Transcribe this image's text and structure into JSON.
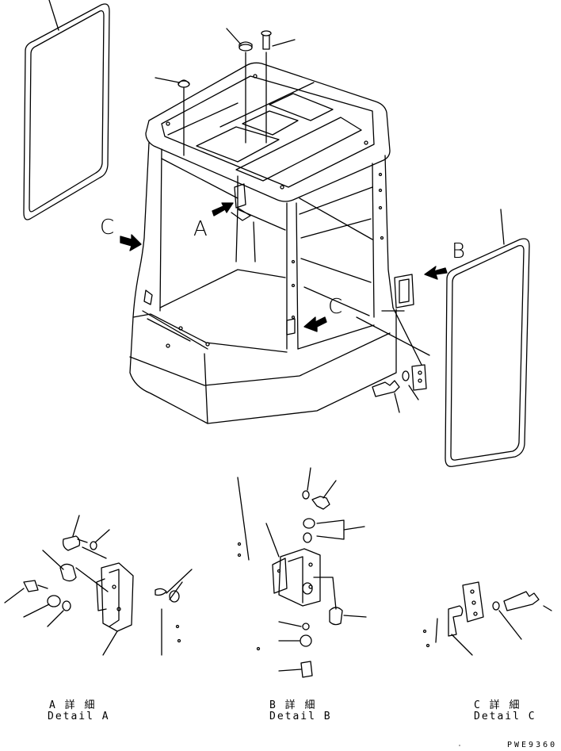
{
  "view_labels": {
    "a": "A",
    "b": "B",
    "c_left": "C",
    "c_right": "C"
  },
  "details": {
    "a": {
      "jp": "A 詳 細",
      "en": "Detail A"
    },
    "b": {
      "jp": "B 詳 細",
      "en": "Detail B"
    },
    "c": {
      "jp": "C 詳 細",
      "en": "Detail C"
    }
  },
  "drawing_code": "PWE9360"
}
